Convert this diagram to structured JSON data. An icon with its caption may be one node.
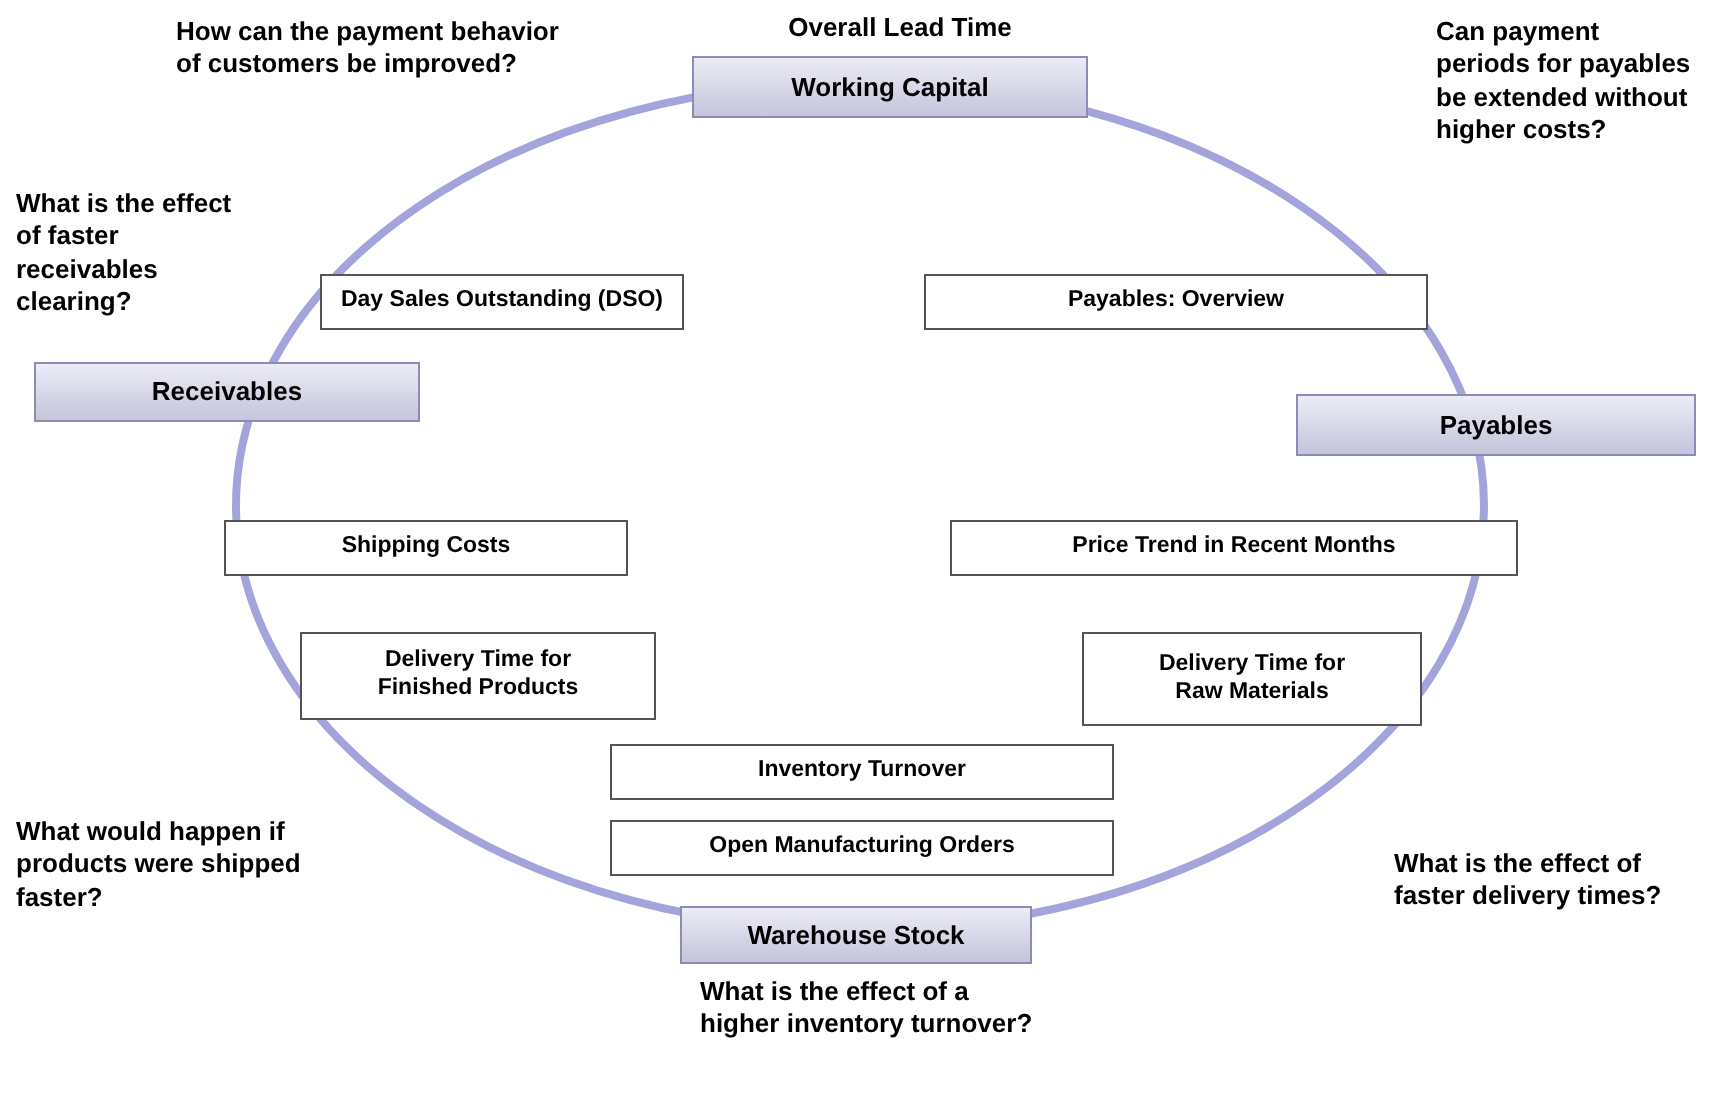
{
  "diagram": {
    "nodes": [
      {
        "text": [
          "Working Capital"
        ]
      },
      {
        "text": [
          "Day Sales Outstanding (DSO)"
        ]
      },
      {
        "text": [
          "Payables: Overview"
        ]
      },
      {
        "text": [
          "Receivables"
        ]
      },
      {
        "text": [
          "Payables"
        ]
      },
      {
        "text": [
          "Shipping Costs"
        ]
      },
      {
        "text": [
          "Price Trend in Recent Months"
        ]
      },
      {
        "text": [
          "Delivery Time for Finished Products"
        ]
      },
      {
        "text": [
          "Delivery Time for Raw Materials"
        ]
      },
      {
        "text": [
          "Inventory Turnover"
        ]
      },
      {
        "text": [
          "Open Manufacturing Orders"
        ]
      },
      {
        "text": [
          "Warehouse Stock"
        ]
      }
    ],
    "labels": [
      "How can the payment behavior of customers be improved?",
      "Overall Lead Time",
      "Can payment periods for payables be extended without higher costs?",
      "What is the effect of faster receivables clearing?",
      "What would happen if products were shipped faster?",
      "What is the effect of faster delivery times?",
      "What is the effect of a higher inventory turnover?"
    ]
  }
}
